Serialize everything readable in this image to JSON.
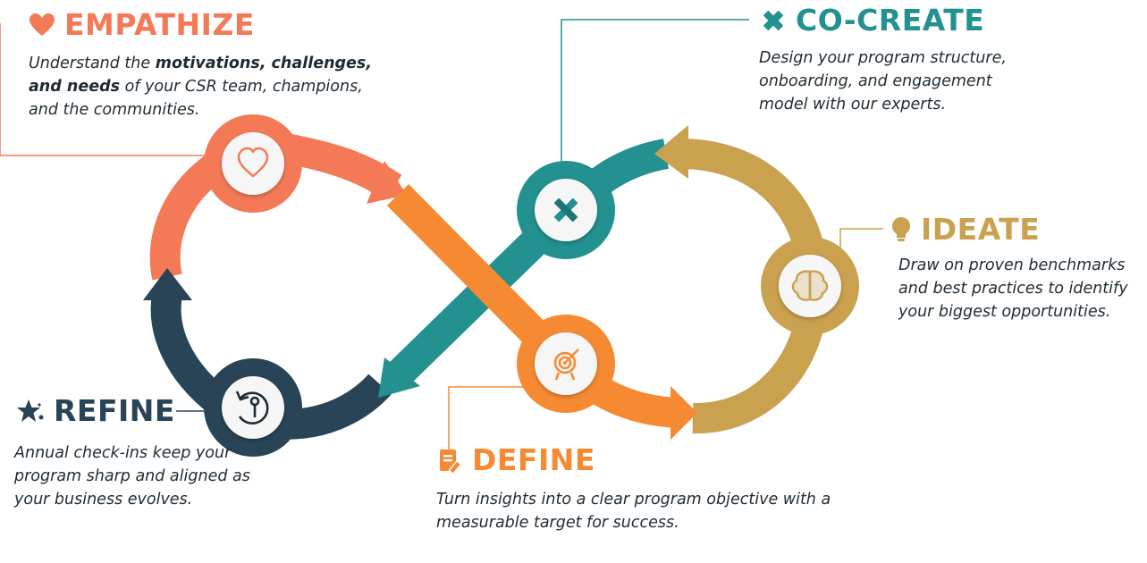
{
  "colors": {
    "empathize": "#F47A57",
    "define": "#F68A32",
    "ideate": "#C9A14F",
    "cocreate": "#22918F",
    "refine": "#284456"
  },
  "steps": {
    "empathize": {
      "title": "EMPATHIZE",
      "desc_pre": "Understand the ",
      "desc_bold": "motivations, challenges, and needs",
      "desc_post": " of your CSR team, champions, and the communities.",
      "icon": "heart-icon"
    },
    "cocreate": {
      "title": "CO-CREATE",
      "desc": "Design your program structure, onboarding, and engagement model with our experts.",
      "icon": "pencil-ruler-icon"
    },
    "ideate": {
      "title": "IDEATE",
      "desc": "Draw on proven benchmarks and best practices to identify your biggest opportunities.",
      "icon": "lightbulb-icon"
    },
    "define": {
      "title": "DEFINE",
      "desc": "Turn insights into a clear program objective with a measurable target for success.",
      "icon": "target-icon"
    },
    "refine": {
      "title": "REFINE",
      "desc": "Annual check-ins keep your program sharp and aligned as your business evolves.",
      "icon": "star-sparkle-icon"
    }
  }
}
